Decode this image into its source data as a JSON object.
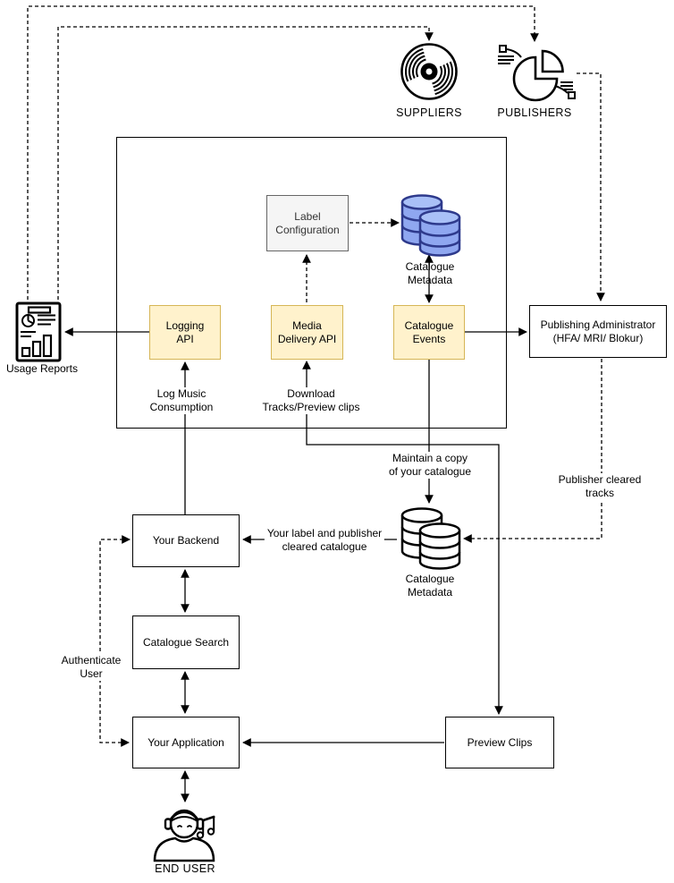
{
  "diagram": {
    "external_actors": {
      "suppliers": {
        "label": "SUPPLIERS",
        "icon": "vinyl-record-icon"
      },
      "publishers": {
        "label": "PUBLISHERS",
        "icon": "pie-chart-icon"
      },
      "usage_reports": {
        "label": "Usage Reports",
        "icon": "report-document-icon"
      },
      "end_user": {
        "label": "END USER",
        "icon": "person-headphones-icon"
      }
    },
    "platform": {
      "label_configuration": {
        "label": "Label\nConfiguration"
      },
      "catalogue_metadata_internal": {
        "label": "Catalogue\nMetadata",
        "icon": "database-stack-icon"
      },
      "logging_api": {
        "label": "Logging\nAPI"
      },
      "media_delivery_api": {
        "label": "Media\nDelivery API"
      },
      "catalogue_events": {
        "label": "Catalogue\nEvents"
      }
    },
    "external_systems": {
      "publishing_administrator": {
        "label": "Publishing Administrator\n(HFA/ MRI/ Blokur)"
      },
      "catalogue_metadata_customer": {
        "label": "Catalogue\nMetadata",
        "icon": "database-stack-icon"
      },
      "your_backend": {
        "label": "Your Backend"
      },
      "catalogue_search": {
        "label": "Catalogue Search"
      },
      "your_application": {
        "label": "Your Application"
      },
      "preview_clips": {
        "label": "Preview Clips"
      }
    },
    "edge_labels": {
      "log_music_consumption": "Log Music\nConsumption",
      "download_tracks": "Download\nTracks/Preview clips",
      "maintain_copy": "Maintain a copy\nof your catalogue",
      "publisher_cleared_tracks": "Publisher cleared\ntracks",
      "label_publisher_cleared_catalogue": "Your label and publisher\ncleared catalogue",
      "authenticate_user": "Authenticate\nUser"
    },
    "colors": {
      "api_box_fill": "#FFF2CC",
      "api_box_border": "#D6B656",
      "config_box_fill": "#F5F5F5",
      "config_box_border": "#666666",
      "database_fill": "#8FA7F0",
      "database_top_fill": "#A9C0F7",
      "database_stroke": "#2E3A8C",
      "line_color": "#000000"
    }
  }
}
